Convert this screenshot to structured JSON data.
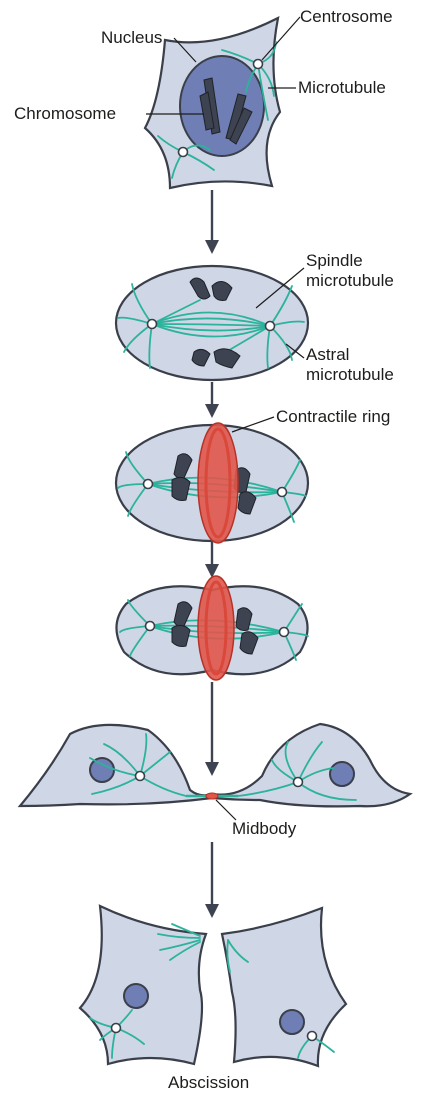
{
  "labels": {
    "nucleus": "Nucleus",
    "centrosome": "Centrosome",
    "microtubule": "Microtubule",
    "chromosome": "Chromosome",
    "spindle_line1": "Spindle",
    "spindle_line2": "microtubule",
    "astral_line1": "Astral",
    "astral_line2": "microtubule",
    "contractile_ring": "Contractile ring",
    "midbody": "Midbody",
    "abscission": "Abscission"
  },
  "colors": {
    "cytoplasm": "#cfd6e6",
    "nucleus": "#6f7fb6",
    "microtubule": "#2bb39b",
    "chromosome": "#3e4352",
    "contractile_ring": "#e0574a",
    "outline": "#3a3f4a"
  }
}
